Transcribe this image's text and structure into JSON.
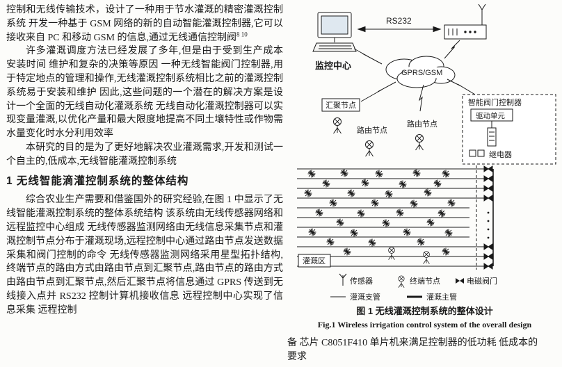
{
  "doc": {
    "left": {
      "para1_text": "控制和无线传输技术，设计了一种用于节水灌溉的精密灌溉控制系统 开发一种基于 GSM 网络的新的自动智能灌溉控制器,它可以接收来自 PC 和移动 GSM 的信息,通过无线通信控制阀",
      "para1_ref": "8 10",
      "para2_text": "许多灌溉调度方法已经发展了多年,但是由于受到生产成本 安装时间 维护和复杂的决策等原因 一种无线智能阀门控制器,用于特定地点的管理和操作,无线灌溉控制系统相比之前的灌溉控制系统易于安装和维护 因此,这些问题的一个潜在的解决方案是设计一个全面的无线自动化灌溉系统 无线自动化灌溉控制器可以实现变量灌溉,以优化产量和最大限度地提高不同土壤特性或作物需水量变化时水分利用效率",
      "para3_text": "本研究的目的是为了更好地解决农业灌溉需求,开发和测试一个自主的,低成本,无线智能灌溉控制系统",
      "section_heading": "1  无线智能滴灌控制系统的整体结构",
      "para4_text": "综合农业生产需要和借鉴国外的研究经验,在图 1 中显示了无线智能灌溉控制系统的整体系统结构 该系统由无线传感器网络和远程监控中心组成 无线传感器监测网络由无线信息采集节点和灌溉控制节点分布于灌溉现场,远程控制中心通过路由节点发送数据采集和阀门控制的命令 无线传感器监测网络采用星型拓扑结构,终端节点的路由方式由路由节点到汇聚节点,路由节点的路由方式由路由节点到汇聚节点,然后汇聚节点将信息通过 GPRS 传送到无线接入点并 RS232 控制计算机接收信息 远程控制中心实现了信息采集 远程控制"
    },
    "figure": {
      "monitoring_center": "监控中心",
      "rs232": "RS232",
      "gprs_gsm": "GPRS/GSM",
      "sink_node": "汇聚节点",
      "route_node_1": "路由节点",
      "route_node_2": "路由节点",
      "smart_valve_controller": "智能阀门控制器",
      "drive_unit": "驱动单元",
      "relay": "继电器",
      "irrigation_area": "灌溉区",
      "legend_sensor": "传感器",
      "legend_terminal": "终端节点",
      "legend_valve": "电磁阀门",
      "legend_branch": "灌溉支管",
      "legend_main": "灌溉主管",
      "caption_cn": "图 1  无线灌溉控制系统的整体设计",
      "caption_en": "Fig.1 Wireless irrigation control system of the overall design"
    },
    "right_bottom": {
      "line1": "备 芯片 C8051F410 单片机来满足控制器的低功耗 低成本的",
      "line2": "要求"
    }
  }
}
